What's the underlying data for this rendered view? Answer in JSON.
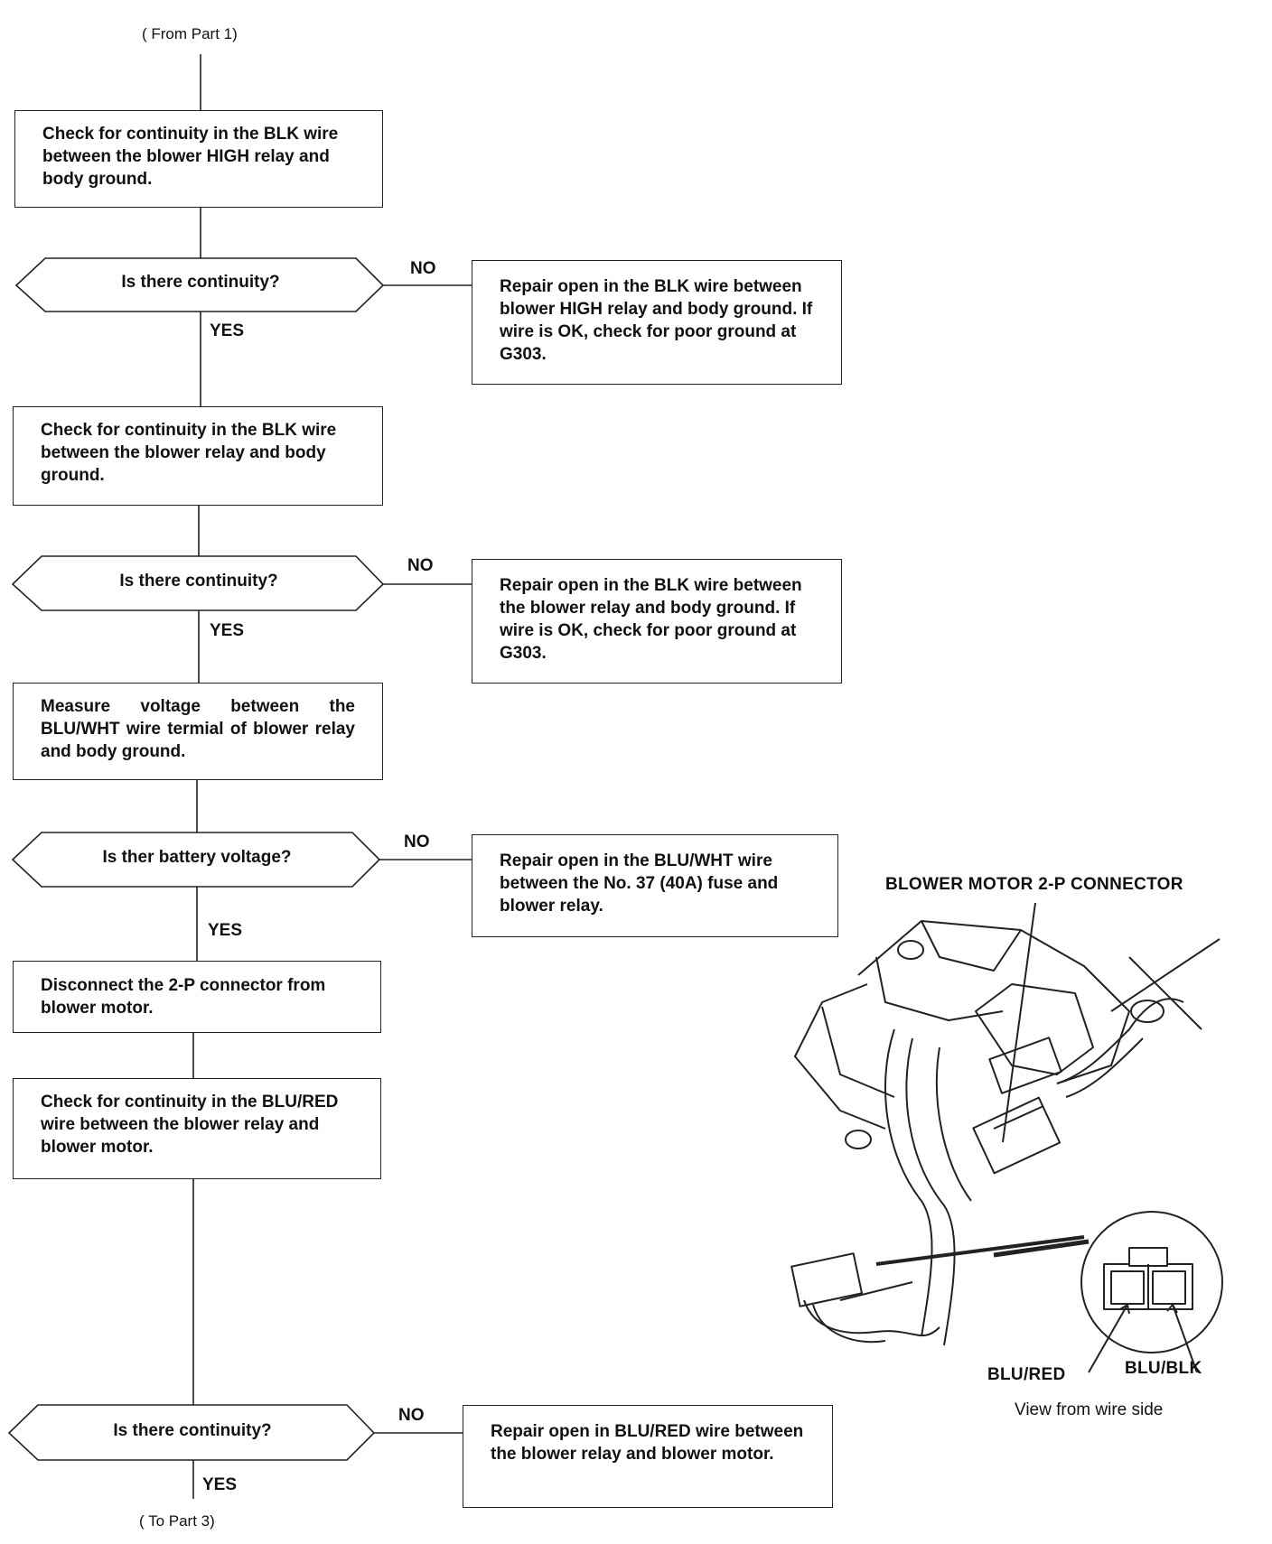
{
  "from_ref": "( From Part 1)",
  "to_ref": "( To Part 3)",
  "yes_label": "YES",
  "no_label": "NO",
  "steps": {
    "s1": "Check for continuity in the BLK wire between the blower HIGH relay and body ground.",
    "s2": "Check for continuity in the BLK wire between the blower relay and body ground.",
    "s3": "Measure voltage between the BLU/WHT wire termial of blower relay and body ground.",
    "s4": "Disconnect the 2-P connector from blower motor.",
    "s5": "Check for continuity in the BLU/RED wire between the blower relay and blower motor."
  },
  "decisions": {
    "d1": "Is there continuity?",
    "d2": "Is there continuity?",
    "d3": "Is ther battery voltage?",
    "d4": "Is there continuity?"
  },
  "repairs": {
    "r1": "Repair open in the BLK wire between blower HIGH relay and body ground. If wire is OK, check for poor ground at G303.",
    "r2": "Repair open in the BLK wire between the blower relay and body ground. If wire is OK, check for poor ground at G303.",
    "r3": "Repair open in the BLU/WHT wire between the No. 37 (40A) fuse and blower relay.",
    "r4": "Repair open in BLU/RED wire between the blower relay and blower motor."
  },
  "illustration": {
    "connector_label": "BLOWER MOTOR 2-P CONNECTOR",
    "terminal_left": "BLU/RED",
    "terminal_right": "BLU/BLK",
    "view_caption": "View from wire side"
  }
}
